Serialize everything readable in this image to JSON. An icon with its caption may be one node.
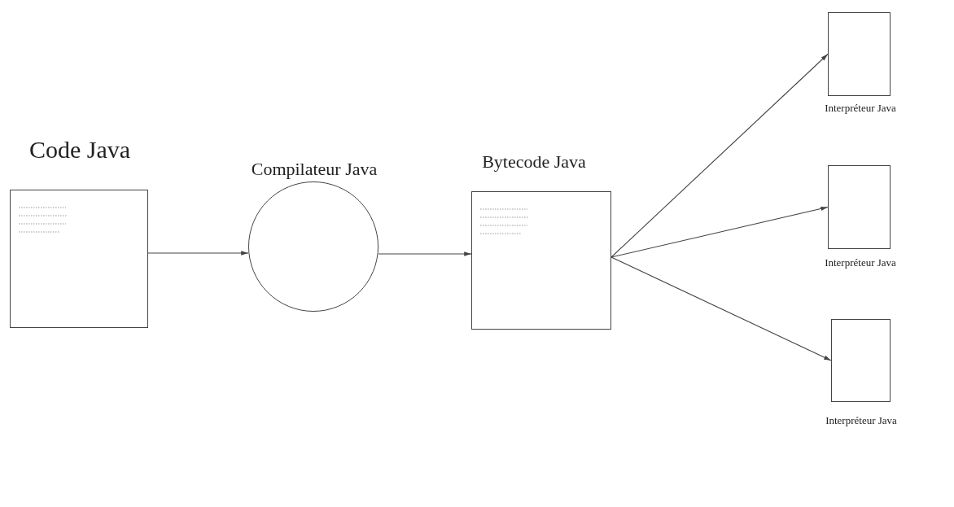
{
  "diagram": {
    "nodes": [
      {
        "text": [
          "Code Java"
        ]
      },
      {
        "text": [
          "Compilateur Java"
        ]
      },
      {
        "text": [
          "Bytecode Java"
        ]
      },
      {
        "text": [
          "Interpréteur Java"
        ]
      },
      {
        "text": [
          "Interpréteur Java"
        ]
      },
      {
        "text": [
          "Interpréteur Java"
        ]
      }
    ],
    "edges": [
      {
        "from": 0,
        "to": 1,
        "arrow": "to"
      },
      {
        "from": 1,
        "to": 2,
        "arrow": "to"
      },
      {
        "from": 2,
        "to": 3,
        "arrow": "to"
      },
      {
        "from": 2,
        "to": 4,
        "arrow": "to"
      },
      {
        "from": 2,
        "to": 5,
        "arrow": "to"
      }
    ]
  }
}
